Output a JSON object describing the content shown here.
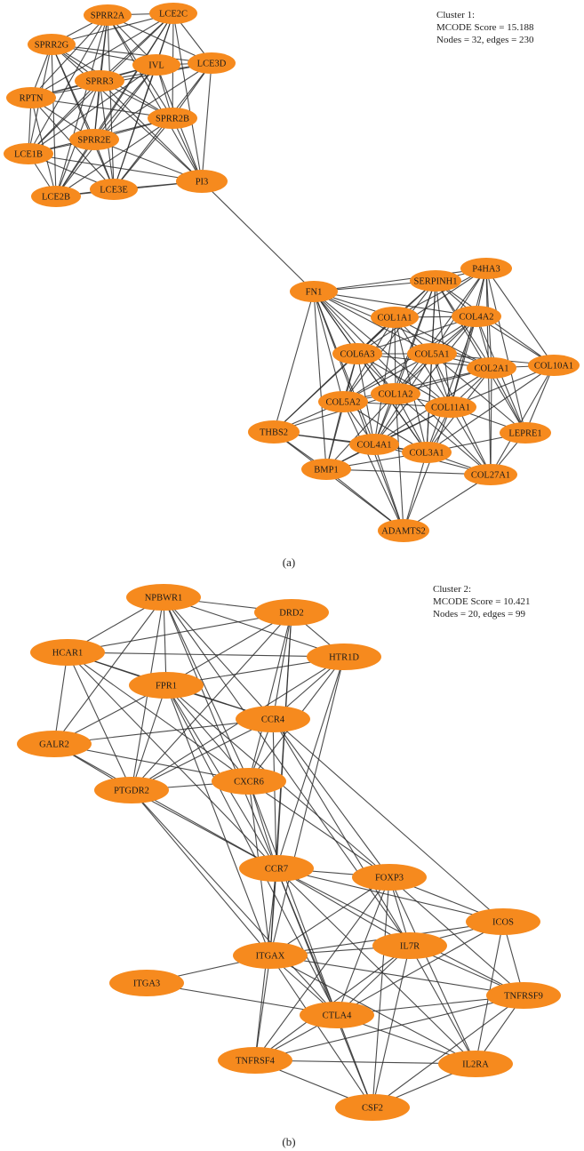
{
  "colors": {
    "node": "#F68A1E",
    "edge": "#2b2b2b",
    "text": "#1a1a1a"
  },
  "panels": [
    {
      "caption": "(a)",
      "info": [
        "Cluster 1:",
        "MCODE Score = 15.188",
        "Nodes = 32, edges = 230"
      ],
      "nodes": [
        "SPRR2A",
        "LCE2C",
        "SPRR2G",
        "IVL",
        "LCE3D",
        "SPRR3",
        "RPTN",
        "SPRR2B",
        "SPRR2E",
        "LCE1B",
        "LCE3E",
        "PI3",
        "LCE2B",
        "FN1",
        "SERPINH1",
        "P4HA3",
        "COL1A1",
        "COL4A2",
        "COL6A3",
        "COL5A1",
        "COL2A1",
        "COL10A1",
        "COL5A2",
        "COL1A2",
        "COL11A1",
        "THBS2",
        "COL4A1",
        "COL3A1",
        "LEPRE1",
        "BMP1",
        "COL27A1",
        "ADAMTS2"
      ]
    },
    {
      "caption": "(b)",
      "info": [
        "Cluster 2:",
        "MCODE Score = 10.421",
        "Nodes = 20, edges = 99"
      ],
      "nodes": [
        "NPBWR1",
        "DRD2",
        "HCAR1",
        "HTR1D",
        "FPR1",
        "CCR4",
        "GALR2",
        "CXCR6",
        "PTGDR2",
        "CCR7",
        "FOXP3",
        "ICOS",
        "IL7R",
        "ITGAX",
        "ITGA3",
        "TNFRSF9",
        "CTLA4",
        "TNFRSF4",
        "IL2RA",
        "CSF2"
      ]
    }
  ]
}
